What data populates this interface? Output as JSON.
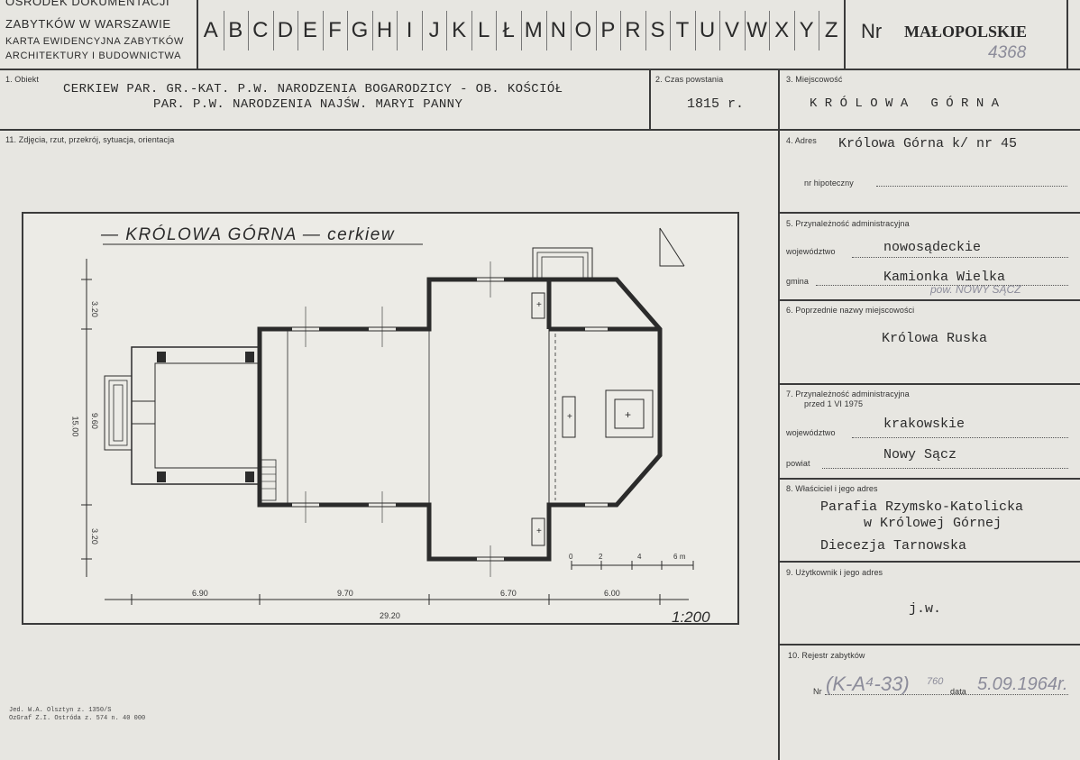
{
  "header": {
    "institution_lines": [
      "OŚRODEK DOKUMENTACJI",
      "ZABYTKÓW W WARSZAWIE",
      "KARTA EWIDENCYJNA ZABYTKÓW",
      "ARCHITEKTURY I BUDOWNICTWA"
    ],
    "letters": [
      "A",
      "B",
      "C",
      "D",
      "E",
      "F",
      "G",
      "H",
      "I",
      "J",
      "K",
      "L",
      "Ł",
      "M",
      "N",
      "O",
      "P",
      "R",
      "S",
      "T",
      "U",
      "V",
      "W",
      "X",
      "Y",
      "Z"
    ],
    "nr_label": "Nr",
    "region": "MAŁOPOLSKIE",
    "region_number": "4368"
  },
  "fields": {
    "obiekt": {
      "label": "1. Obiekt",
      "line1": "CERKIEW PAR. GR.-KAT. P.W. NARODZENIA BOGARODZICY - OB. KOŚCIÓŁ",
      "line2": "PAR. P.W. NARODZENIA NAJŚW. MARYI PANNY"
    },
    "czas": {
      "label": "2. Czas powstania",
      "value": "1815 r."
    },
    "miejscowosc": {
      "label": "3. Miejscowość",
      "value": "K R Ó L O W A   G Ó R N A"
    },
    "adres": {
      "label": "4. Adres",
      "value": "Królowa Górna k/ nr 45",
      "hipoteczny_label": "nr hipoteczny"
    },
    "przynaleznosc": {
      "label": "5. Przynależność administracyjna",
      "wojewodztwo_label": "województwo",
      "wojewodztwo": "nowosądeckie",
      "gmina_label": "gmina",
      "gmina": "Kamionka Wielka",
      "gmina_note": "pow. NOWY SĄCZ"
    },
    "poprzednie": {
      "label": "6. Poprzednie nazwy miejscowości",
      "value": "Królowa Ruska"
    },
    "przed": {
      "label": "7. Przynależność administracyjna",
      "label2": "przed 1 VI 1975",
      "wojewodztwo_label": "województwo",
      "wojewodztwo": "krakowskie",
      "powiat_label": "powiat",
      "powiat": "Nowy Sącz"
    },
    "wlasciciel": {
      "label": "8. Właściciel i jego adres",
      "line1": "Parafia Rzymsko-Katolicka",
      "line2": "w Królowej Górnej",
      "line3": "Diecezja Tarnowska"
    },
    "uzytkownik": {
      "label": "9. Użytkownik i jego adres",
      "value": "j.w."
    },
    "rejestr": {
      "label": "10. Rejestr zabytków",
      "nr_label": "Nr",
      "nr_value": "(K-A⁴-33)",
      "fraction": "760",
      "data_label": "data",
      "data_value": "5.09.1964r."
    },
    "zdjecia": {
      "label": "11. Zdjęcia, rzut, przekrój, sytuacja, orientacja"
    }
  },
  "drawing": {
    "title": "— KRÓLOWA GÓRNA — cerkiew",
    "scale": "1:200",
    "dims_bottom": [
      "6.90",
      "9.70",
      "6.70",
      "6.00"
    ],
    "total": "29.20",
    "dims_left": [
      "3.20",
      "9.60",
      "3.20"
    ],
    "dim_total_left": "15.00",
    "scalebar_ticks": [
      "0",
      "2",
      "4",
      "6 m"
    ]
  },
  "footer": {
    "line1": "Jed. W.A. Olsztyn z. 1350/S",
    "line2": "OzGraf Z.I. Ostróda z. 574 n. 40 000"
  }
}
